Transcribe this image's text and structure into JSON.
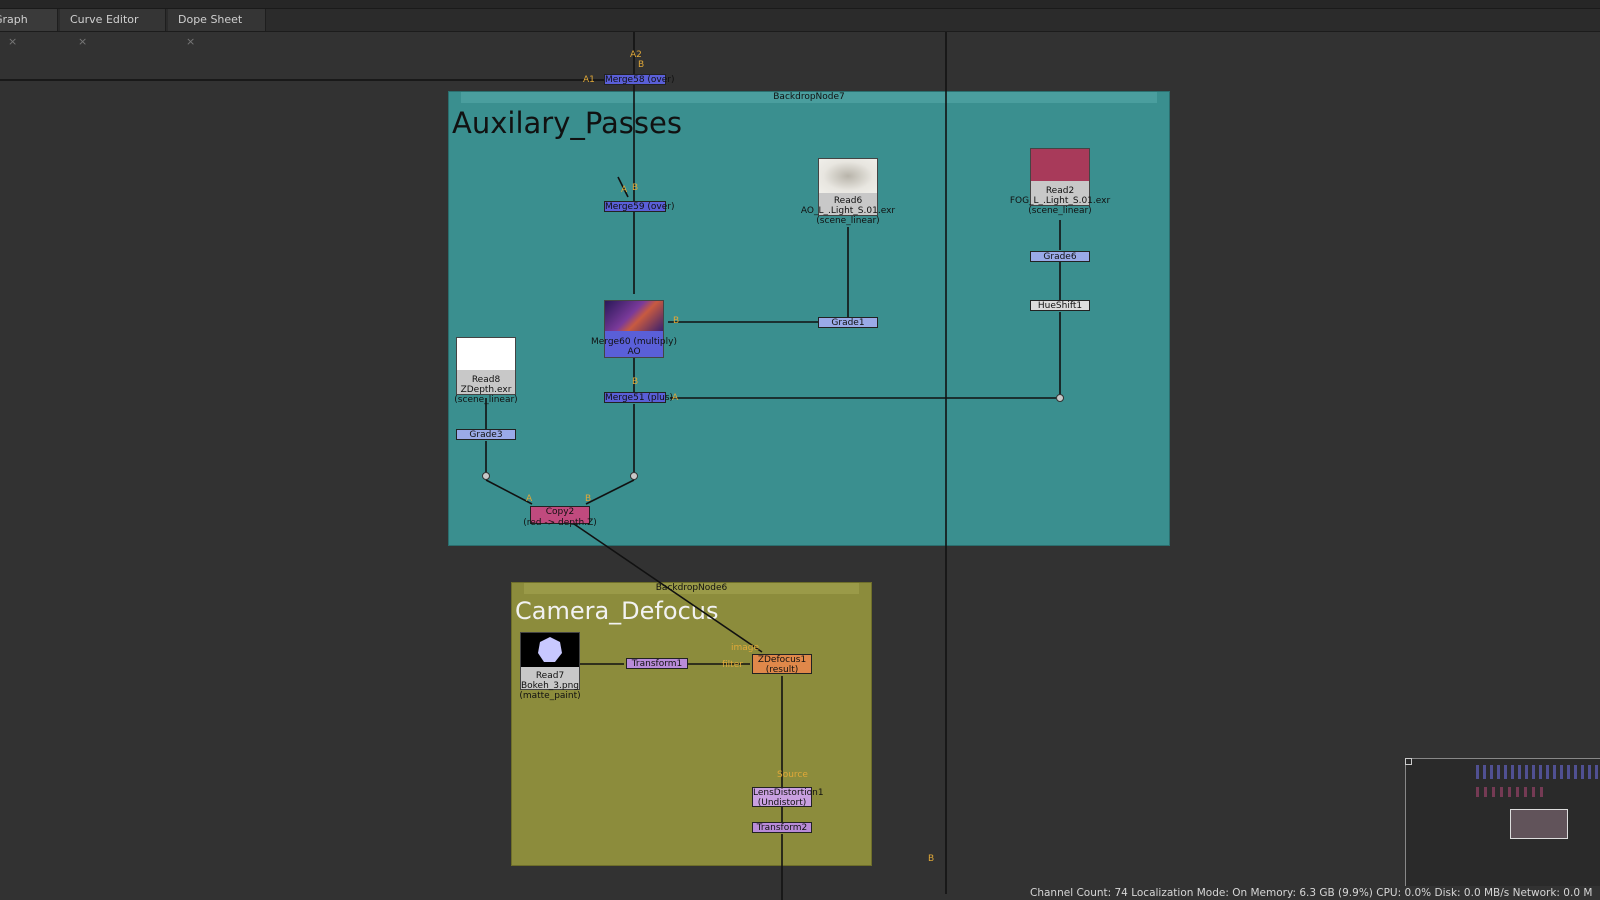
{
  "tabs": [
    {
      "label": "Graph",
      "active": true
    },
    {
      "label": "Curve Editor",
      "active": false
    },
    {
      "label": "Dope Sheet",
      "active": false
    }
  ],
  "icons": {
    "close": "×"
  },
  "backdrops": {
    "aux": {
      "header": "BackdropNode7",
      "title": "Auxilary_Passes",
      "color": "#3a8f8f"
    },
    "cam": {
      "header": "BackdropNode6",
      "title": "Camera_Defocus",
      "color": "#8c8c3c"
    }
  },
  "nodes": {
    "merge58": "Merge58 (over)",
    "merge59": "Merge59 (over)",
    "merge60": "Merge60 (multiply)",
    "merge60_sub": "AO",
    "merge51": "Merge51 (plus)",
    "grade1": "Grade1",
    "grade6": "Grade6",
    "hueshift1": "HueShift1",
    "grade3": "Grade3",
    "copy2": "Copy2",
    "copy2_sub": "(red -> depth.Z)",
    "transform1": "Transform1",
    "zdefocus1": "ZDefocus1",
    "zdefocus1_sub": "(result)",
    "lensdistortion1": "LensDistortion1",
    "lensdistortion1_sub": "(Undistort)",
    "transform2": "Transform2"
  },
  "reads": {
    "read6": {
      "name": "Read6",
      "file": "AO_L_.Light_S.01.exr",
      "cs": "(scene_linear)"
    },
    "read2": {
      "name": "Read2",
      "file": "FOG_L_.Light_S.01.exr",
      "cs": "(scene_linear)"
    },
    "read8": {
      "name": "Read8",
      "file": "ZDepth.exr",
      "cs": "(scene_linear)"
    },
    "read7": {
      "name": "Read7",
      "file": "Bokeh_3.png",
      "cs": "(matte_paint)"
    }
  },
  "inputs": {
    "a2": "A2",
    "b": "B",
    "a1": "A1",
    "a": "A",
    "image": "image",
    "filter": "filter",
    "source": "Source"
  },
  "status": {
    "channel_count": "Channel Count: 74",
    "localization": "Localization Mode: On",
    "memory": "Memory: 6.3 GB (9.9%)",
    "cpu": "CPU: 0.0%",
    "disk": "Disk: 0.0 MB/s",
    "network": "Network: 0.0 M"
  },
  "colors": {
    "merge": "#5a5fd8",
    "grade": "#9aaae8",
    "hueshift": "#dcdcdc",
    "copy": "#c04a7e",
    "transform": "#b98bd8",
    "zdefocus": "#e0884a",
    "lens": "#c9a0e0"
  }
}
